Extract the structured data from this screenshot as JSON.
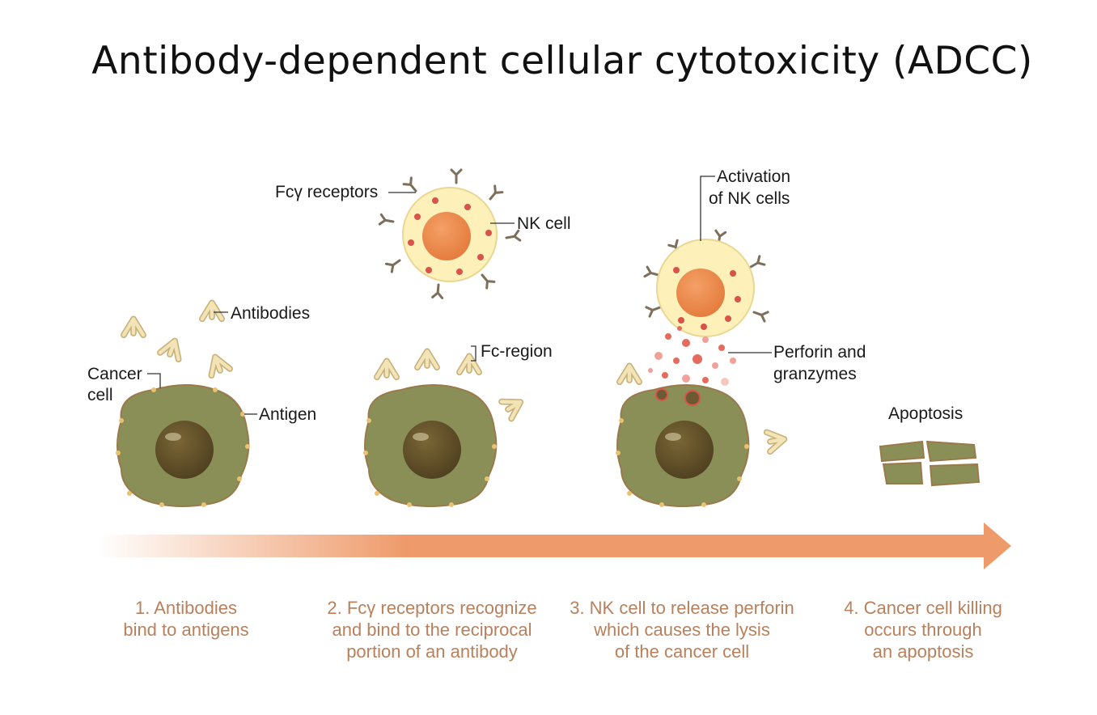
{
  "title": "Antibody-dependent cellular cytotoxicity (ADCC)",
  "labels": {
    "fcy_receptors": "Fcγ receptors",
    "nk_cell": "NK cell",
    "antibodies": "Antibodies",
    "cancer_cell_line1": "Cancer",
    "cancer_cell_line2": "cell",
    "antigen": "Antigen",
    "fc_region": "Fc-region",
    "activation_line1": "Activation",
    "activation_line2": "of NK cells",
    "perforin_line1": "Perforin and",
    "perforin_line2": "granzymes",
    "apoptosis": "Apoptosis"
  },
  "steps": [
    {
      "lines": [
        "1. Antibodies",
        "bind to antigens"
      ]
    },
    {
      "lines": [
        "2. Fcγ receptors recognize",
        "and bind to the reciprocal",
        "portion of an antibody"
      ]
    },
    {
      "lines": [
        "3. NK cell to release perforin",
        "which causes the lysis",
        "of the cancer cell"
      ]
    },
    {
      "lines": [
        "4. Cancer cell killing",
        "occurs through",
        "an apoptosis"
      ]
    }
  ],
  "colors": {
    "cancer_cell": "#878f5c",
    "cancer_nucleus": "#5a4a28",
    "nk_cytoplasm": "#fdf0b8",
    "nk_nucleus": "#ec8a4e",
    "granule": "#d9534a",
    "antibody": "#ecd9a6",
    "arrow": "#ee9a6a",
    "step_text": "#b9805c"
  }
}
